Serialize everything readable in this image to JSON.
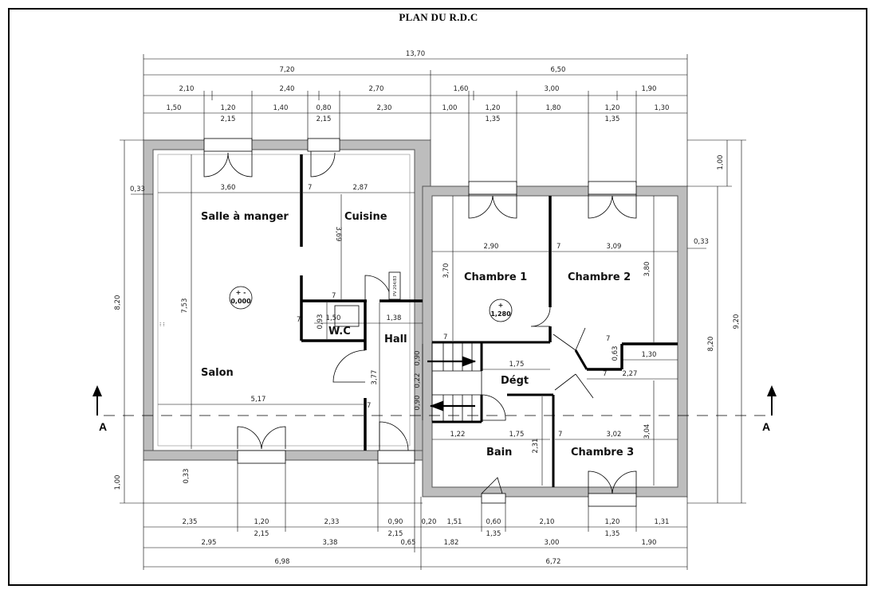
{
  "title": "PLAN DU R.D.C",
  "section_marker": "A",
  "rooms": {
    "salle_a_manger": "Salle à manger",
    "cuisine": "Cuisine",
    "salon": "Salon",
    "wc": "W.C",
    "hall": "Hall",
    "chambre1": "Chambre 1",
    "chambre2": "Chambre 2",
    "chambre3": "Chambre 3",
    "degt": "Dégt",
    "bain": "Bain"
  },
  "levels": {
    "left_sign": "+ -",
    "left": "0,000",
    "right_sign": "+",
    "right": "1,280"
  },
  "label_pv": "PV 204/83",
  "top_dims": {
    "overall": "13,70",
    "row1": [
      "7,20",
      "6,50"
    ],
    "row2": [
      "2,10",
      "2,40",
      "2,70",
      "1,60",
      "3,00",
      "1,90"
    ],
    "row3": [
      "1,50",
      "1,20",
      "1,40",
      "0,80",
      "2,30",
      "1,00",
      "1,20",
      "1,80",
      "1,20",
      "1,30"
    ],
    "openings": [
      "2,15",
      "2,15",
      "1,35",
      "1,35"
    ]
  },
  "bottom_dims": {
    "row1": [
      "2,35",
      "1,20",
      "2,33",
      "0,90",
      "0,20",
      "1,51",
      "0,60",
      "2,10",
      "1,20",
      "1,31"
    ],
    "openings": [
      "2,15",
      "2,15",
      "1,35",
      "1,35"
    ],
    "row2": [
      "2,95",
      "3,38",
      "0,65",
      "1,82",
      "3,00",
      "1,90"
    ],
    "row3": [
      "6,98",
      "6,72"
    ]
  },
  "side_dims": {
    "left_outer": "8,20",
    "left_bottom": "1,00",
    "left_wall": "0,33",
    "left_wall_bottom": "0,33",
    "right_top": "1,00",
    "right_inner": "8,20",
    "right_outer": "9,20",
    "right_wall": "0,33"
  },
  "interior_dims": {
    "salle_width": "3,60",
    "cuisine_width": "2,87",
    "cuisine_depth": "3,69",
    "salon_depth": "7,53",
    "wc_h": "0,93",
    "wc_w": "1,50",
    "hall_w": "1,38",
    "hall_depth": "3,77",
    "salon_width": "5,17",
    "ch1_width": "2,90",
    "ch2_width": "3,09",
    "ch1_depth": "3,70",
    "ch2_depth": "3,80",
    "stair_a": "0,90",
    "stair_b": "0,22",
    "stair_c": "0,90",
    "degt_w": "1,75",
    "niche_w": "1,30",
    "niche_h": "0,63",
    "ch3_top": "2,27",
    "bain_left": "1,22",
    "bain_w": "1,75",
    "bain_depth": "2,31",
    "ch3_width": "3,02",
    "ch3_depth": "3,04",
    "wall_thin": "7"
  }
}
